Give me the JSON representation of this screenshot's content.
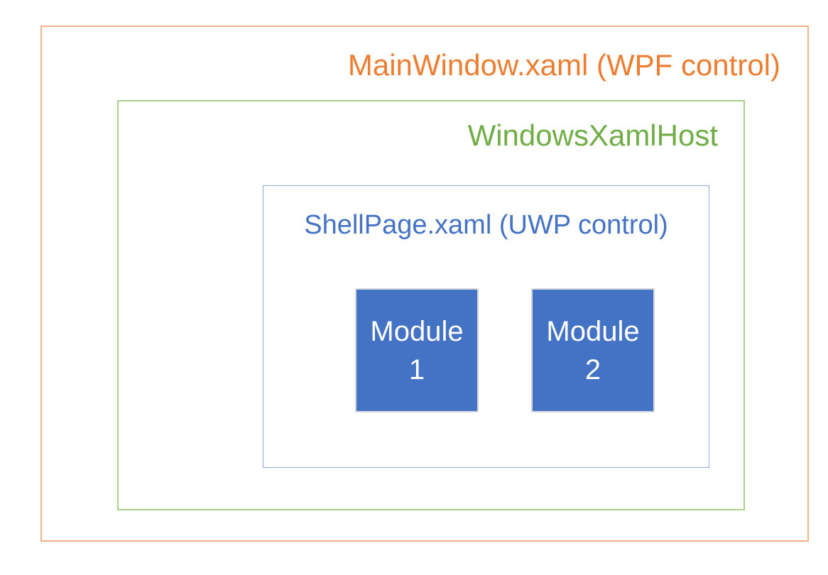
{
  "diagram": {
    "outer_box": {
      "label": "MainWindow.xaml (WPF control)",
      "text_color": "#ED7D31",
      "border_color": "#F4B183"
    },
    "xaml_host_box": {
      "label": "WindowsXamlHost",
      "text_color": "#70AD47",
      "border_color": "#A9D18E"
    },
    "shell_page_box": {
      "label": "ShellPage.xaml (UWP control)",
      "text_color": "#4472C4",
      "border_color": "#8FAADC"
    },
    "modules": [
      {
        "label_line1": "Module",
        "label_line2": "1",
        "fill_color": "#4472C4",
        "border_color": "#D9D9D9",
        "text_color": "#FFFFFF"
      },
      {
        "label_line1": "Module",
        "label_line2": "2",
        "fill_color": "#4472C4",
        "border_color": "#D9D9D9",
        "text_color": "#FFFFFF"
      }
    ]
  }
}
